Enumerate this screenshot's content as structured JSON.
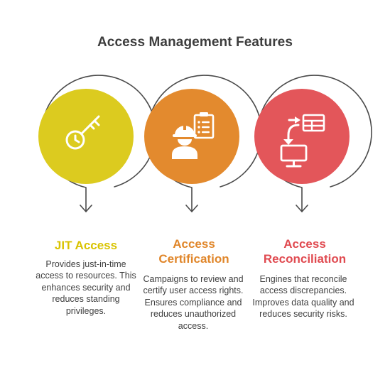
{
  "title": "Access Management Features",
  "colors": {
    "jit": "#dccb1f",
    "certification": "#e38a2e",
    "reconciliation": "#e3565a",
    "outline": "#4a4a4a",
    "text": "#3f3f3f"
  },
  "features": [
    {
      "heading": "JIT Access",
      "icon": "key-icon",
      "color": "#dccb1f",
      "text_color": "#d9c300",
      "description": "Provides just-in-time access to resources. This enhances security and reduces standing privileges."
    },
    {
      "heading": "Access Certification",
      "icon": "worker-clipboard-icon",
      "color": "#e38a2e",
      "text_color": "#e0862a",
      "description": "Campaigns to review and certify user access rights. Ensures compliance and reduces unauthorized access."
    },
    {
      "heading": "Access Reconciliation",
      "icon": "sync-monitor-icon",
      "color": "#e3565a",
      "text_color": "#e04a50",
      "description": "Engines that reconcile access discrepancies. Improves data quality and reduces security risks."
    }
  ]
}
